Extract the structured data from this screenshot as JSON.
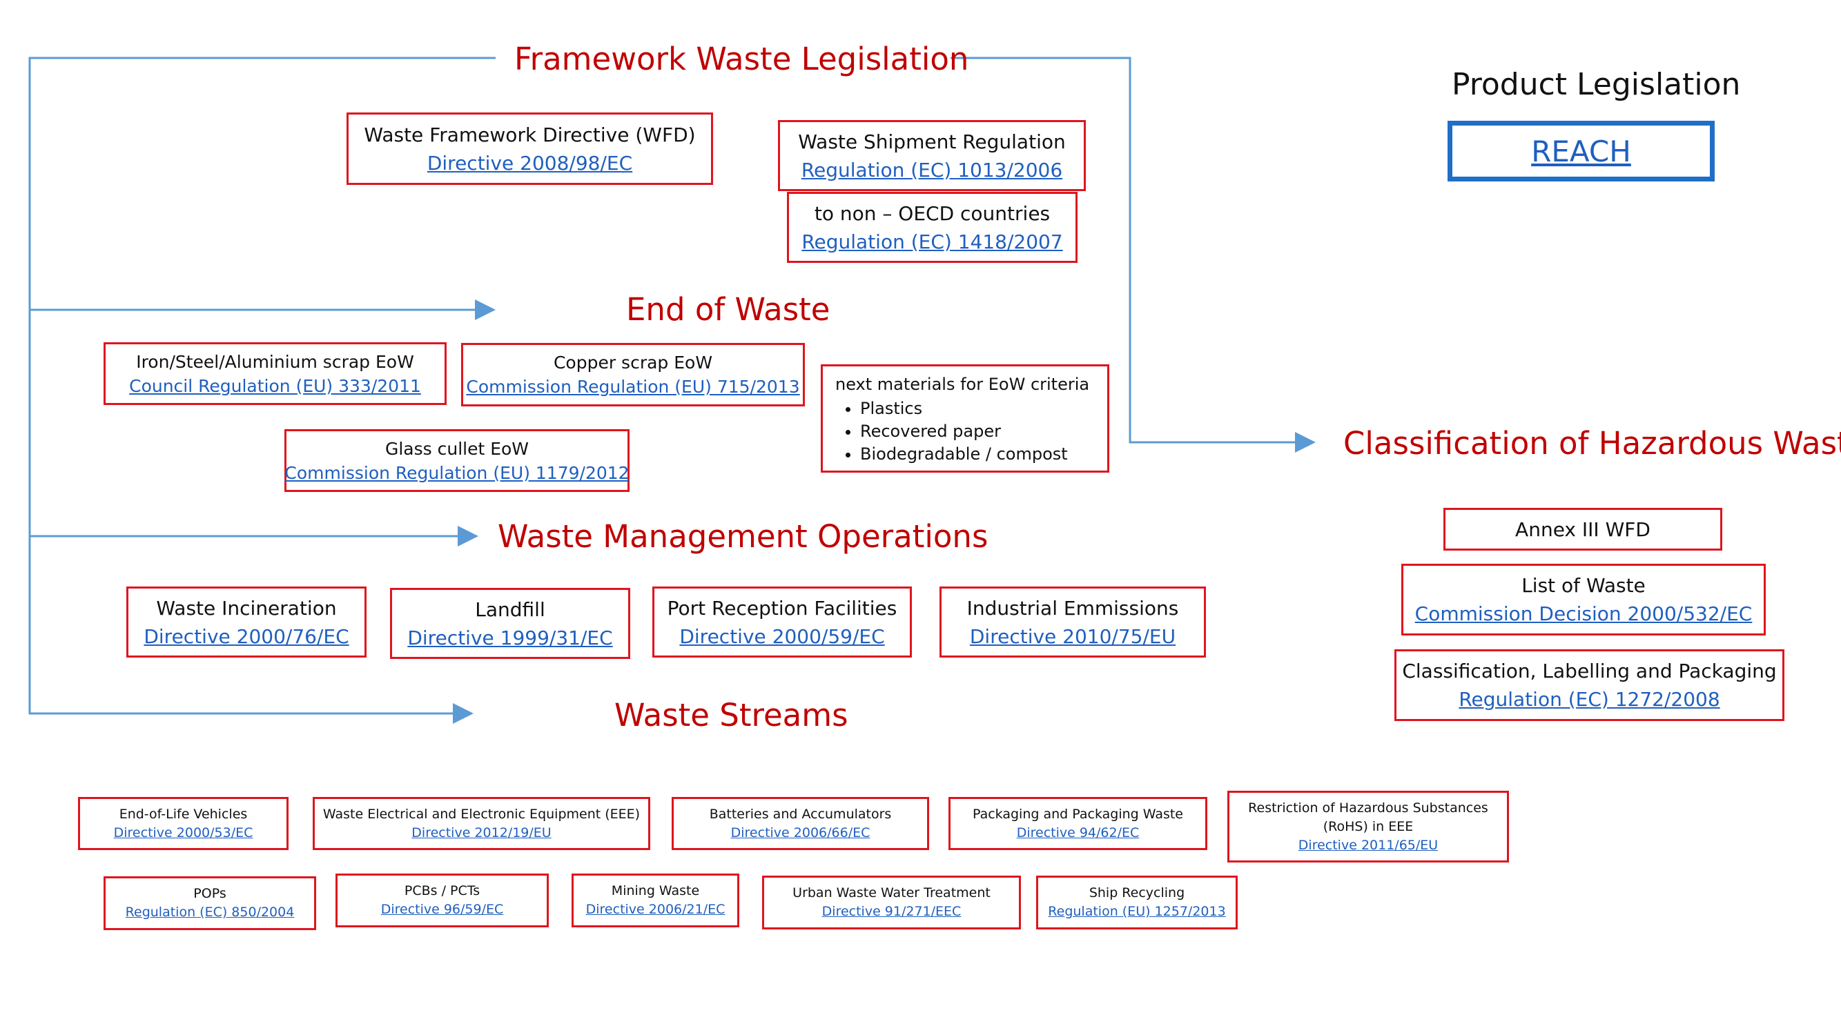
{
  "headings": {
    "framework": "Framework Waste Legislation",
    "product": "Product Legislation",
    "end_of_waste": "End of Waste",
    "classification": "Classification of Hazardous Waste",
    "wmo": "Waste Management Operations",
    "streams": "Waste Streams"
  },
  "colors": {
    "heading": "#c00000",
    "box_border": "#e0141e",
    "link": "#1f5fbf",
    "arrow": "#5b9bd5",
    "reach_border": "#1f6fc6"
  },
  "reach": {
    "label": "REACH"
  },
  "framework": {
    "wfd": {
      "title": "Waste Framework Directive (WFD)",
      "link": "Directive 2008/98/EC"
    },
    "wsr": {
      "title": "Waste Shipment Regulation",
      "link": "Regulation (EC) 1013/2006"
    },
    "oecd": {
      "title": "to non – OECD countries",
      "link": "Regulation (EC) 1418/2007"
    }
  },
  "eow": {
    "iron": {
      "title": "Iron/Steel/Aluminium scrap EoW",
      "link": "Council Regulation (EU) 333/2011"
    },
    "copper": {
      "title": "Copper scrap EoW",
      "link": "Commission Regulation (EU) 715/2013"
    },
    "glass": {
      "title": "Glass cullet EoW",
      "link": "Commission Regulation (EU) 1179/2012"
    },
    "next": {
      "title": "next materials for EoW criteria",
      "items": [
        "Plastics",
        "Recovered paper",
        "Biodegradable / compost"
      ]
    }
  },
  "classification": {
    "annex": {
      "title": "Annex III WFD"
    },
    "low": {
      "title": "List of Waste",
      "link": "Commission Decision 2000/532/EC"
    },
    "clp": {
      "title": "Classification, Labelling and Packaging",
      "link": "Regulation (EC) 1272/2008"
    }
  },
  "wmo": [
    {
      "title": "Waste Incineration",
      "link": "Directive 2000/76/EC"
    },
    {
      "title": "Landfill",
      "link": "Directive 1999/31/EC"
    },
    {
      "title": "Port Reception Facilities",
      "link": "Directive 2000/59/EC"
    },
    {
      "title": "Industrial Emmissions",
      "link": "Directive 2010/75/EU"
    }
  ],
  "streams": [
    {
      "title": "End-of-Life Vehicles",
      "link": "Directive 2000/53/EC"
    },
    {
      "title": "Waste Electrical and Electronic Equipment (EEE)",
      "link": "Directive 2012/19/EU"
    },
    {
      "title": "Batteries and Accumulators",
      "link": "Directive 2006/66/EC"
    },
    {
      "title": "Packaging and Packaging Waste",
      "link": "Directive 94/62/EC"
    },
    {
      "title": "Restriction of Hazardous Substances",
      "title2": "(RoHS) in EEE",
      "link": "Directive 2011/65/EU"
    },
    {
      "title": "POPs",
      "link": "Regulation (EC) 850/2004"
    },
    {
      "title": "PCBs / PCTs",
      "link": "Directive 96/59/EC"
    },
    {
      "title": "Mining Waste",
      "link": "Directive 2006/21/EC"
    },
    {
      "title": "Urban Waste Water Treatment",
      "link": "Directive 91/271/EEC"
    },
    {
      "title": "Ship Recycling",
      "link": "Regulation (EU) 1257/2013"
    }
  ]
}
